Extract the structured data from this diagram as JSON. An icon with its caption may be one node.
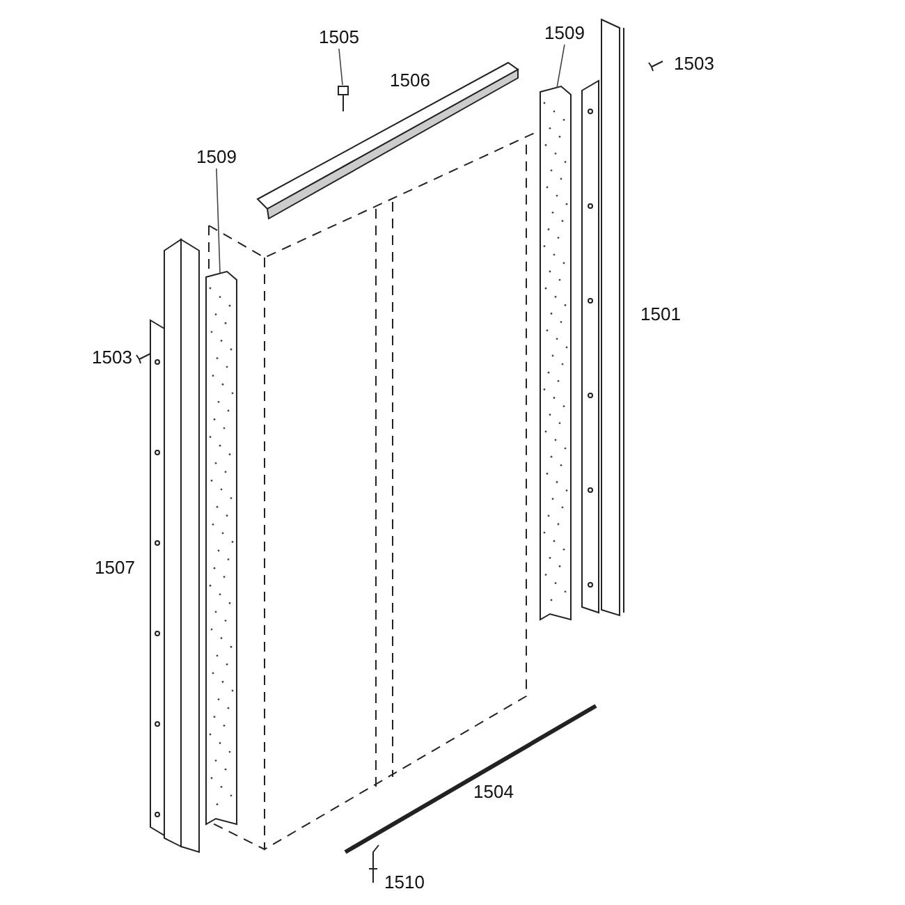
{
  "diagram": {
    "nodes": [
      {
        "text": [
          "1505"
        ]
      },
      {
        "text": [],
        "shape": "picture"
      },
      {
        "text": [
          "1509"
        ]
      },
      {
        "text": [],
        "shape": "picture"
      },
      {
        "text": [
          "1509"
        ]
      },
      {
        "text": [],
        "shape": "picture"
      }
    ],
    "edges": [
      {
        "from": 0,
        "to": 1,
        "arrow": "none"
      },
      {
        "from": 2,
        "to": 3,
        "arrow": "none"
      },
      {
        "from": 4,
        "to": 5,
        "arrow": "none"
      }
    ],
    "labels": [
      "1506",
      "1503",
      "1501",
      "1503",
      "1507",
      "1504",
      "1510"
    ]
  }
}
